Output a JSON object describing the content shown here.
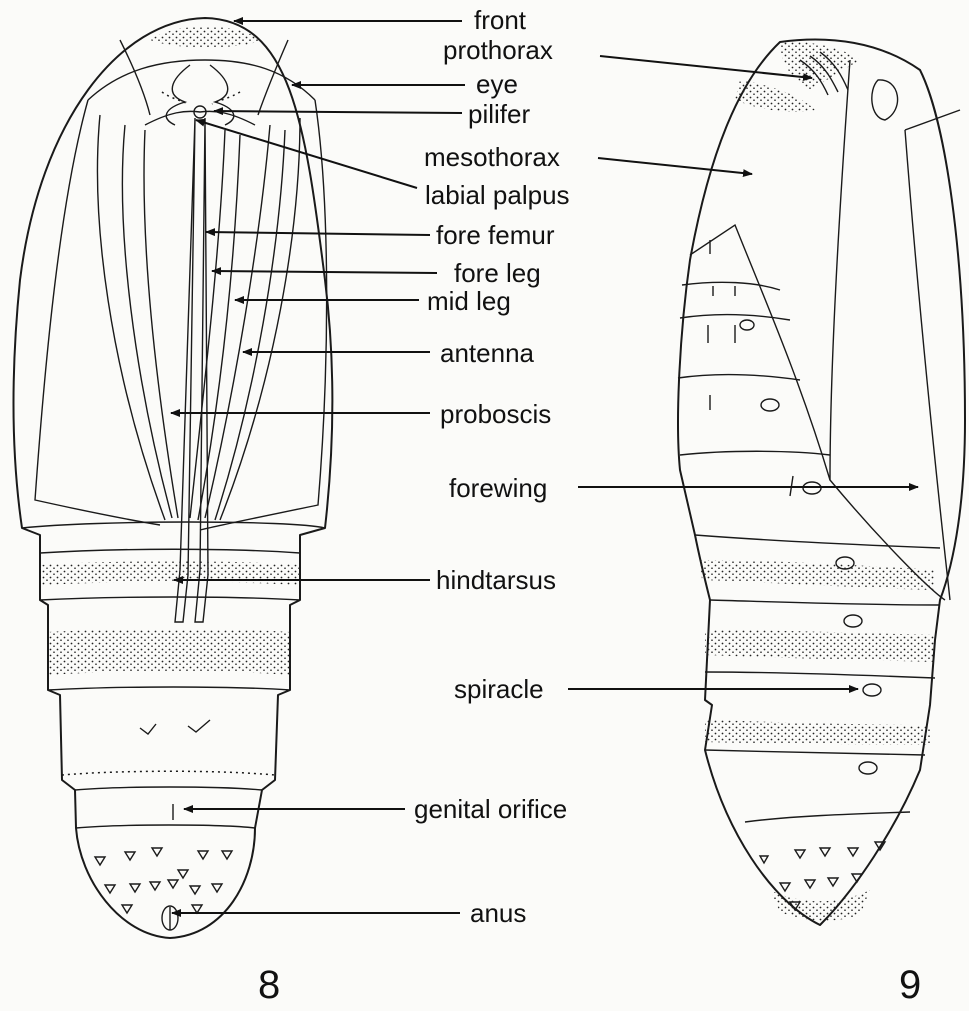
{
  "figure_numbers": {
    "left": "8",
    "right": "9"
  },
  "labels": {
    "front": "front",
    "prothorax": "prothorax",
    "eye": "eye",
    "pilifer": "pilifer",
    "mesothorax": "mesothorax",
    "labial_palpus": "labial palpus",
    "fore_femur": "fore femur",
    "fore_leg": "fore leg",
    "mid_leg": "mid leg",
    "antenna": "antenna",
    "proboscis": "proboscis",
    "forewing": "forewing",
    "hindtarsus": "hindtarsus",
    "spiracle": "spiracle",
    "genital_orifice": "genital orifice",
    "anus": "anus"
  }
}
